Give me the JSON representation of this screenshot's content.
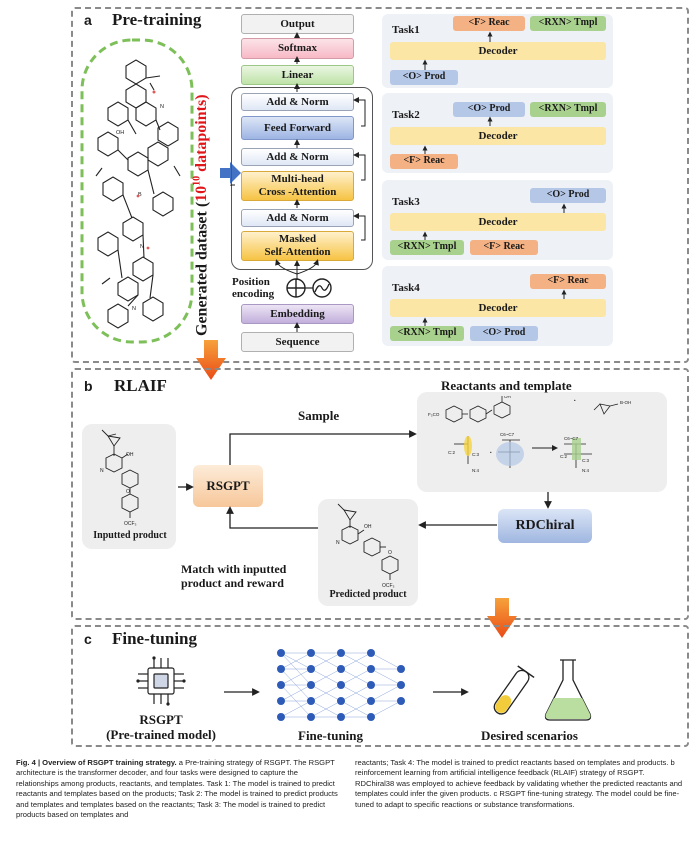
{
  "panel_a": {
    "letter": "a",
    "title": "Pre-training",
    "dataset_label": "Generated dataset (",
    "dataset_count_base": "10",
    "dataset_count_exp": "10",
    "dataset_count_suffix": " datapoints)",
    "decoder_stack": {
      "output": "Output",
      "softmax": "Softmax",
      "linear": "Linear",
      "add_norm_1": "Add & Norm",
      "feed_forward": "Feed  Forward",
      "add_norm_2": "Add & Norm",
      "cross_attention": "Multi-head\nCross -Attention",
      "add_norm_3": "Add & Norm",
      "self_attention": "Masked\nSelf-Attention",
      "position_encoding": "Position\nencoding",
      "embedding": "Embedding",
      "sequence": "Sequence"
    },
    "tasks": [
      {
        "label": "Task1",
        "decoder": "Decoder",
        "top": [
          "<F> Reac",
          "<RXN> Tmpl"
        ],
        "bottom": [
          "<O> Prod"
        ]
      },
      {
        "label": "Task2",
        "decoder": "Decoder",
        "top": [
          "<O> Prod",
          "<RXN> Tmpl"
        ],
        "bottom": [
          "<F> Reac"
        ]
      },
      {
        "label": "Task3",
        "decoder": "Decoder",
        "top": [
          "<O> Prod"
        ],
        "bottom": [
          "<RXN> Tmpl",
          "<F> Reac"
        ]
      },
      {
        "label": "Task4",
        "decoder": "Decoder",
        "top": [
          "<F> Reac"
        ],
        "bottom": [
          "<RXN> Tmpl",
          "<O> Prod"
        ]
      }
    ]
  },
  "panel_b": {
    "letter": "b",
    "title": "RLAIF",
    "inputted_product": "Inputted product",
    "rsgpt": "RSGPT",
    "sample": "Sample",
    "reactants_and_template": "Reactants and template",
    "rdchiral": "RDChiral",
    "predicted_product": "Predicted product",
    "match_label": "Match with inputted\nproduct and reward",
    "mol_labels": {
      "ocf3": "OCF3",
      "oh": "OH",
      "boh": "B-OH"
    }
  },
  "panel_c": {
    "letter": "c",
    "title": "Fine-tuning",
    "rsgpt_label": "RSGPT\n(Pre-trained model)",
    "fine_tuning_label": "Fine-tuning",
    "desired_label": "Desired scenarios"
  },
  "caption": {
    "heading": "Fig. 4 | Overview of RSGPT training strategy.",
    "col1": " a Pre-training strategy of RSGPT. The RSGPT architecture is the transformer decoder, and four tasks were designed to capture the relationships among products, reactants, and templates. Task 1: The model is trained to predict reactants and templates based on the products; Task 2: The model is trained to predict products and templates and templates based on the reactants; Task 3: The model is trained to predict products based on templates and",
    "col2": "reactants; Task 4: The model is trained to predict reactants based on templates and products. b reinforcement learning from artificial intelligence feedback (RLAIF) strategy of RSGPT. RDChiral38 was employed to achieve feedback by validating whether the predicted reactants and templates could infer the given products. c RSGPT fine-tuning strategy. The model could be fine-tuned to adapt to specific reactions or substance transformations."
  },
  "colors": {
    "orange_token": "#f4b183",
    "green_token": "#a9d18e",
    "blue_token": "#b4c7e7",
    "decoder_yellow": "#fbe6a6",
    "arrow_orange": "#f26b1d",
    "red_text": "#e0161b"
  }
}
